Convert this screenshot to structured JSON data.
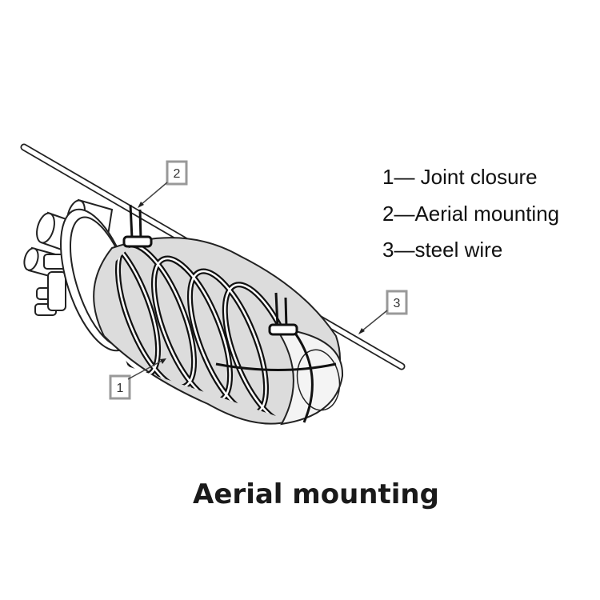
{
  "legend": {
    "item1": "1— Joint closure",
    "item2": "2—Aerial mounting",
    "item3": "3—steel wire"
  },
  "callouts": {
    "c1": "1",
    "c2": "2",
    "c3": "3"
  },
  "caption": "Aerial mounting"
}
